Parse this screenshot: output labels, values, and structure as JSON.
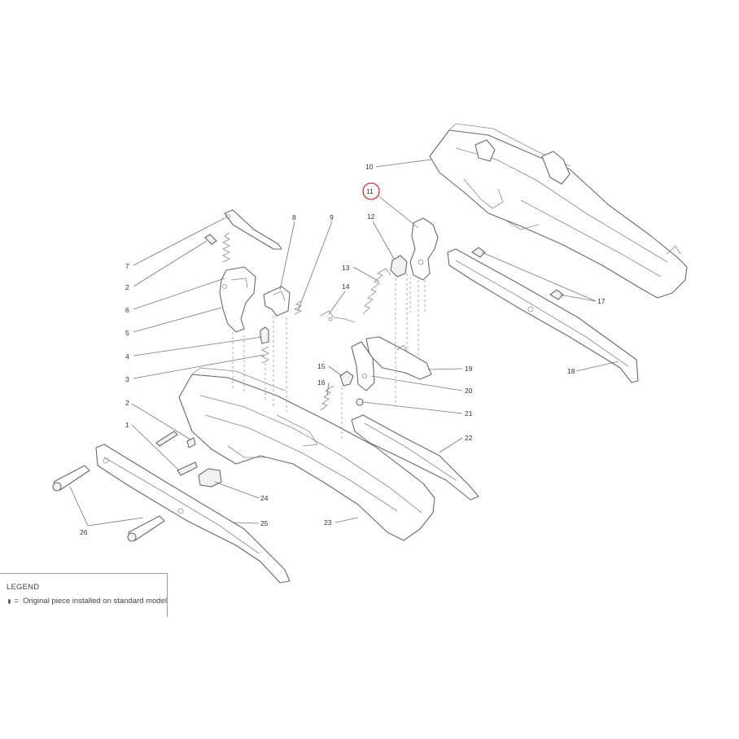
{
  "callouts": [
    {
      "id": "c1",
      "label": "1"
    },
    {
      "id": "c2a",
      "label": "2"
    },
    {
      "id": "c2b",
      "label": "2"
    },
    {
      "id": "c3",
      "label": "3"
    },
    {
      "id": "c4",
      "label": "4"
    },
    {
      "id": "c5",
      "label": "5"
    },
    {
      "id": "c6",
      "label": "6"
    },
    {
      "id": "c7",
      "label": "7"
    },
    {
      "id": "c8",
      "label": "8"
    },
    {
      "id": "c9",
      "label": "9"
    },
    {
      "id": "c10",
      "label": "10"
    },
    {
      "id": "c11",
      "label": "11",
      "highlighted": true
    },
    {
      "id": "c12",
      "label": "12"
    },
    {
      "id": "c13",
      "label": "13"
    },
    {
      "id": "c14",
      "label": "14"
    },
    {
      "id": "c15",
      "label": "15"
    },
    {
      "id": "c16",
      "label": "16"
    },
    {
      "id": "c17",
      "label": "17"
    },
    {
      "id": "c18",
      "label": "18"
    },
    {
      "id": "c19",
      "label": "19"
    },
    {
      "id": "c20",
      "label": "20"
    },
    {
      "id": "c21",
      "label": "21"
    },
    {
      "id": "c22",
      "label": "22"
    },
    {
      "id": "c23",
      "label": "23"
    },
    {
      "id": "c24",
      "label": "24"
    },
    {
      "id": "c25",
      "label": "25"
    },
    {
      "id": "c26",
      "label": "26"
    }
  ],
  "legend": {
    "title": "LEGEND",
    "symbol": "=",
    "text": "Original piece installed on standard model"
  },
  "colors": {
    "highlight": "#d9302a",
    "line": "#6a6a6a"
  }
}
